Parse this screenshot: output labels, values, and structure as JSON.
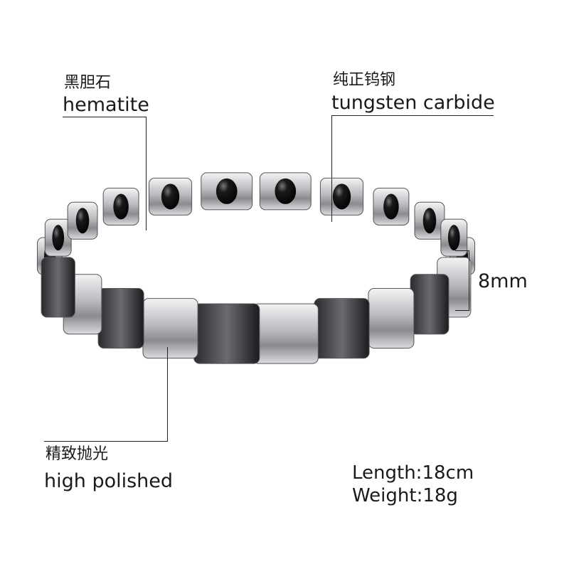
{
  "callouts": {
    "hematite": {
      "cn": "黑胆石",
      "en": "hematite"
    },
    "tungsten": {
      "cn": "纯正钨钢",
      "en": "tungsten carbide"
    },
    "polished": {
      "cn": "精致抛光",
      "en": "high polished"
    }
  },
  "dimension": {
    "width_label": "8mm"
  },
  "specs": {
    "length": "Length:18cm",
    "weight": "Weight:18g"
  },
  "colors": {
    "silver": "#c8c8cc",
    "black_stone": "#111111",
    "text": "#1a1a1a"
  }
}
